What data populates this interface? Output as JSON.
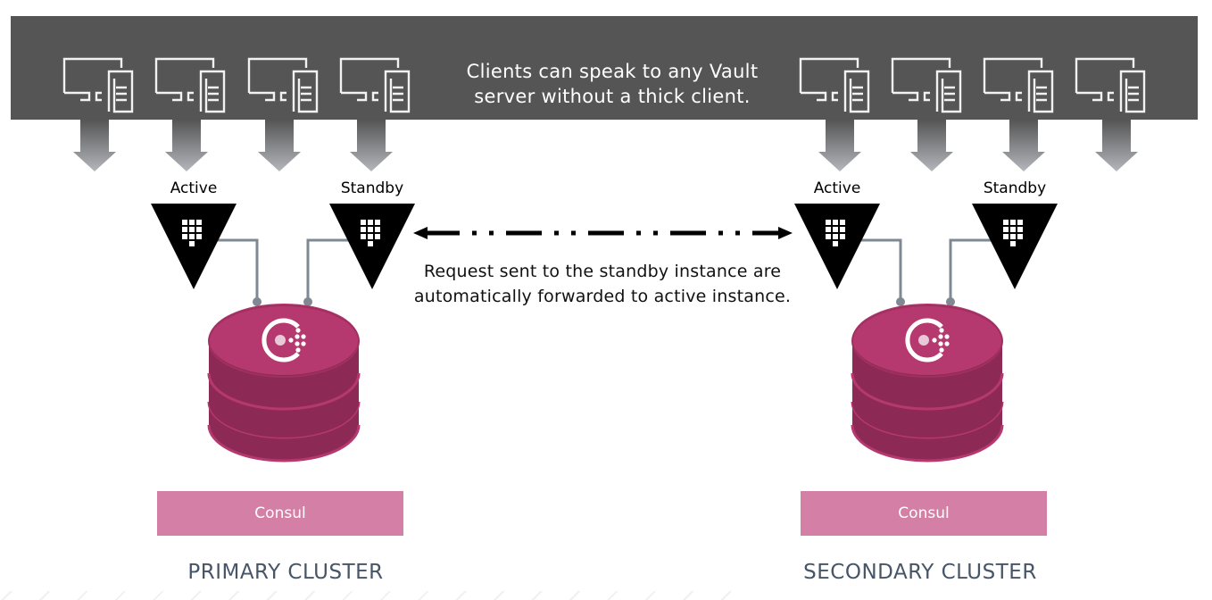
{
  "header": {
    "text": "Clients can speak to any Vault server without a thick client.",
    "background": "#555555",
    "client_icons_left": [
      "client-device-icon",
      "client-device-icon",
      "client-device-icon",
      "client-device-icon"
    ],
    "client_icons_right": [
      "client-device-icon",
      "client-device-icon",
      "client-device-icon",
      "client-device-icon"
    ]
  },
  "replication": {
    "description": "Request sent to the standby instance are automatically forwarded to active instance.",
    "arrow": "bidirectional-dash-dot-arrow"
  },
  "clusters": [
    {
      "name": "PRIMARY CLUSTER",
      "nodes": [
        {
          "role": "Active",
          "icon": "vault-logo-icon"
        },
        {
          "role": "Standby",
          "icon": "vault-logo-icon"
        }
      ],
      "storage": {
        "label": "Consul",
        "icon": "consul-database-icon"
      }
    },
    {
      "name": "SECONDARY CLUSTER",
      "nodes": [
        {
          "role": "Active",
          "icon": "vault-logo-icon"
        },
        {
          "role": "Standby",
          "icon": "vault-logo-icon"
        }
      ],
      "storage": {
        "label": "Consul",
        "icon": "consul-database-icon"
      }
    }
  ],
  "colors": {
    "consul_top": "#b5386f",
    "consul_side": "#8c2a55",
    "consul_label": "#d47fa6",
    "connector": "#7f8893",
    "cluster_label": "#475569",
    "vault_node": "#000000"
  }
}
